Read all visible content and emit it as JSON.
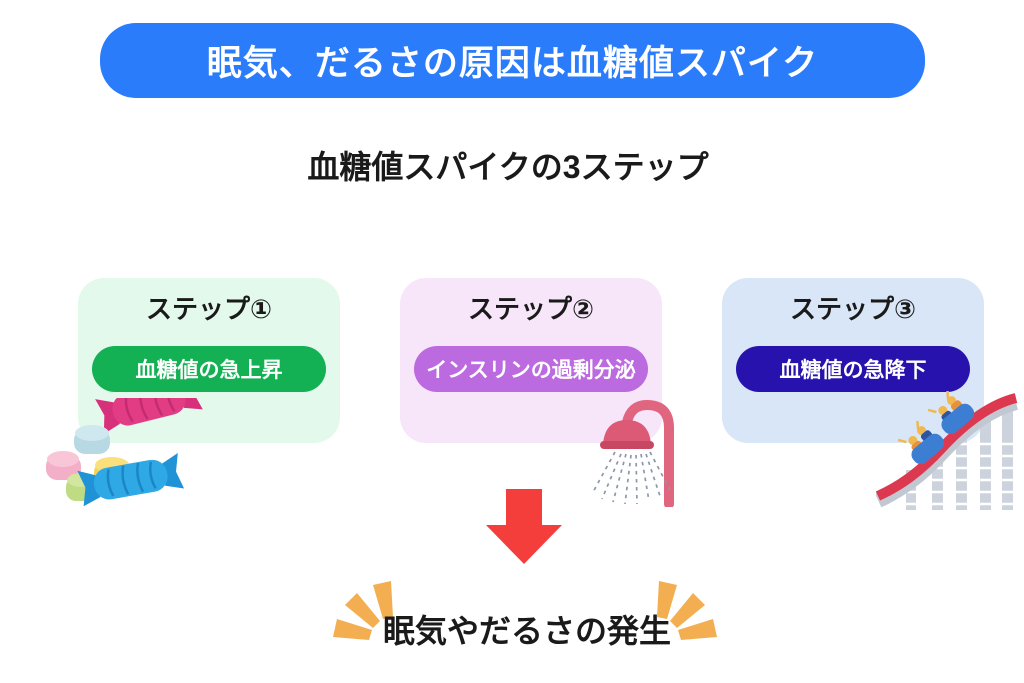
{
  "title_banner": {
    "text": "眠気、だるさの原因は血糖値スパイク"
  },
  "subtitle": {
    "text": "血糖値スパイクの3ステップ"
  },
  "steps": [
    {
      "label": "ステップ①",
      "box_text": "血糖値の急上昇",
      "illustration": "candies"
    },
    {
      "label": "ステップ②",
      "box_text": "インスリンの過剰分泌",
      "illustration": "shower"
    },
    {
      "label": "ステップ③",
      "box_text": "血糖値の急降下",
      "illustration": "roller-coaster"
    }
  ],
  "flow_arrow": {
    "direction": "down"
  },
  "result": {
    "text": "眠気やだるさの発生"
  },
  "colors": {
    "background": "#FFFFFF",
    "text": "#1A1A1A",
    "banner_bg": "#2B7CFA",
    "banner_text": "#FFFFFF",
    "step1_card_bg": "#E2F9EC",
    "step1_pill_bg": "#14B054",
    "step2_card_bg": "#F7E6FA",
    "step2_pill_bg": "#BC6ADF",
    "step3_card_bg": "#D8E6F7",
    "step3_pill_bg": "#2712AE",
    "pill_text": "#FFFFFF",
    "arrow": "#F43E3C",
    "burst": "#F2AE50"
  }
}
